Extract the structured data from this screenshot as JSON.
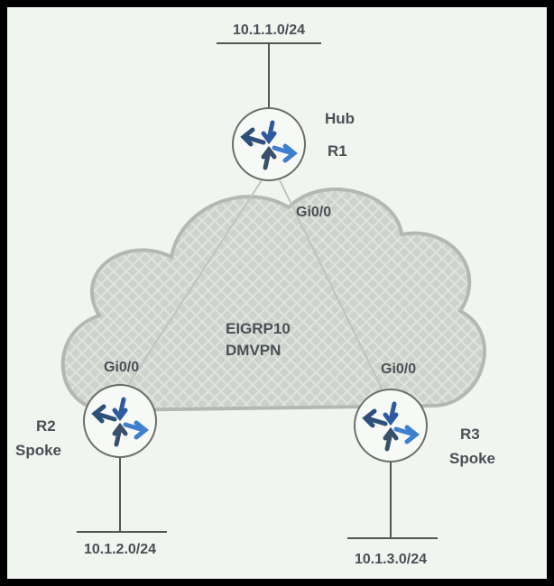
{
  "networks": {
    "hub_lan": "10.1.1.0/24",
    "r2_lan": "10.1.2.0/24",
    "r3_lan": "10.1.3.0/24"
  },
  "routers": {
    "r1": {
      "role": "Hub",
      "name": "R1",
      "interface": "Gi0/0"
    },
    "r2": {
      "role": "Spoke",
      "name": "R2",
      "interface": "Gi0/0"
    },
    "r3": {
      "role": "Spoke",
      "name": "R3",
      "interface": "Gi0/0"
    }
  },
  "cloud": {
    "line1": "EIGRP10",
    "line2": "DMVPN"
  },
  "colors": {
    "background": "#f1f5f0",
    "cloud": "#c9cec8",
    "arrow": "#2e4f7a",
    "arrow_accent": "#3f7fd0"
  }
}
